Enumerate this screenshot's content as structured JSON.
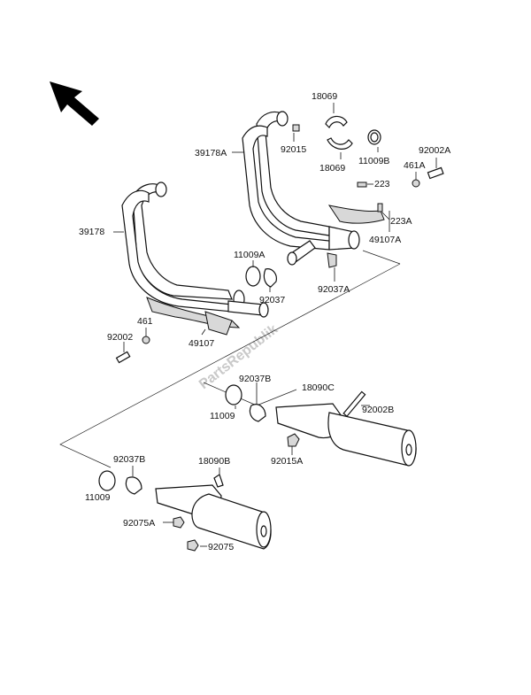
{
  "watermark": "PartsRepublik",
  "labels": {
    "p39178A": "39178A",
    "p39178": "39178",
    "p18069a": "18069",
    "p92015": "92015",
    "p18069b": "18069",
    "p11009B": "11009B",
    "p92002A": "92002A",
    "p461A": "461A",
    "p223": "223",
    "p223A": "223A",
    "p49107A": "49107A",
    "p11009A": "11009A",
    "p92037": "92037",
    "p92037A": "92037A",
    "p461": "461",
    "p92002": "92002",
    "p49107": "49107",
    "p92037B_top": "92037B",
    "p11009_top": "11009",
    "p18090C": "18090C",
    "p92002B": "92002B",
    "p92015A": "92015A",
    "p92037B_bot": "92037B",
    "p11009_bot": "11009",
    "p18090B": "18090B",
    "p92075A": "92075A",
    "p92075": "92075"
  }
}
